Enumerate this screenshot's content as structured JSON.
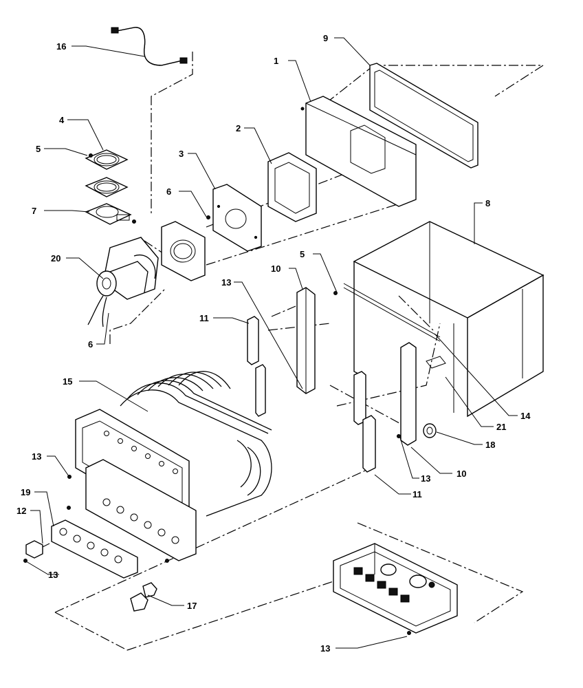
{
  "callouts": {
    "c1": "1",
    "c2": "2",
    "c3": "3",
    "c4": "4",
    "c5a": "5",
    "c5b": "5",
    "c6a": "6",
    "c6b": "6",
    "c7": "7",
    "c8": "8",
    "c9": "9",
    "c10a": "10",
    "c10b": "10",
    "c11a": "11",
    "c11b": "11",
    "c12": "12",
    "c13a": "13",
    "c13b": "13",
    "c13c": "13",
    "c13d": "13",
    "c13e": "13",
    "c14": "14",
    "c15": "15",
    "c16": "16",
    "c17": "17",
    "c18": "18",
    "c19": "19",
    "c20": "20",
    "c21": "21"
  }
}
